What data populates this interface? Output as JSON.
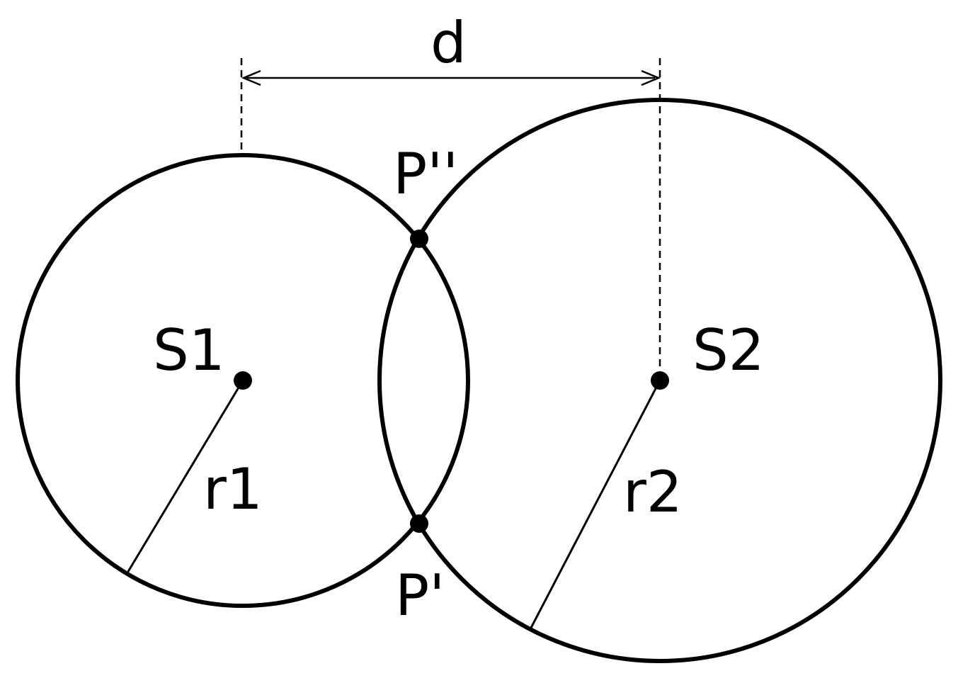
{
  "labels": {
    "distance": "d",
    "center1": "S1",
    "center2": "S2",
    "radius1": "r1",
    "radius2": "r2",
    "intersection_upper": "P''",
    "intersection_lower": "P'"
  },
  "colors": {
    "stroke": "#000000",
    "background": "#ffffff"
  }
}
